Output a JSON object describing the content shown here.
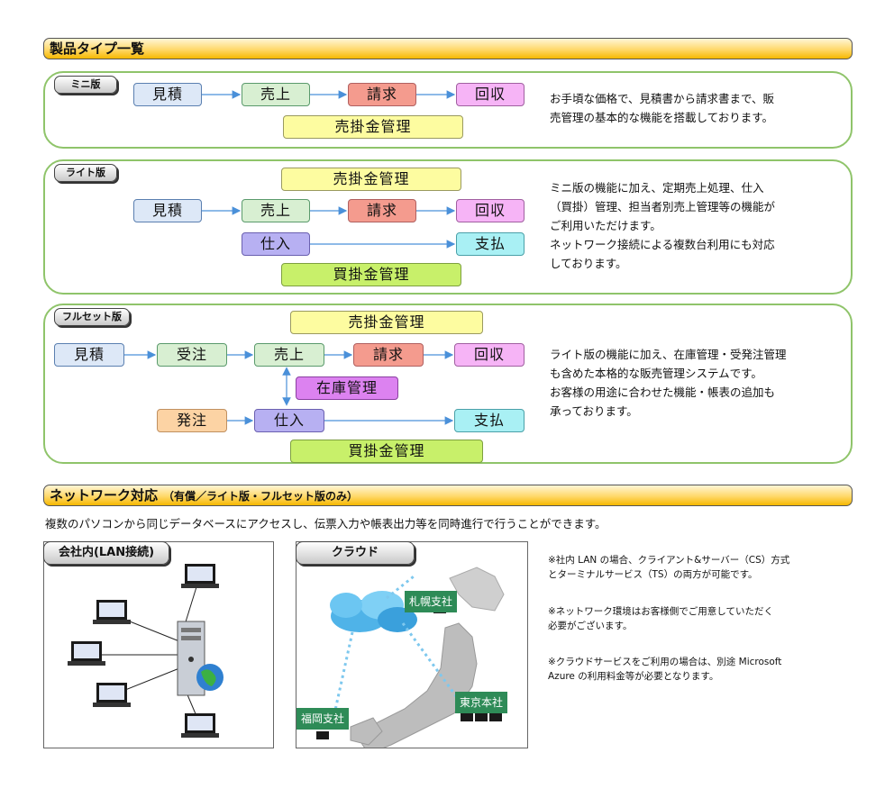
{
  "product_section": {
    "title": "製品タイプ一覧",
    "mini": {
      "tab": "ミニ版",
      "flow": [
        "見積",
        "売上",
        "請求",
        "回収"
      ],
      "receivable": "売掛金管理",
      "description": [
        "お手頃な価格で、見積書から請求書まで、販",
        "売管理の基本的な機能を搭載しております。"
      ]
    },
    "lite": {
      "tab": "ライト版",
      "receivable": "売掛金管理",
      "flow": [
        "見積",
        "売上",
        "請求",
        "回収"
      ],
      "purchase": "仕入",
      "payment": "支払",
      "payable": "買掛金管理",
      "description": [
        "ミニ版の機能に加え、定期売上処理、仕入",
        "（買掛）管理、担当者別売上管理等の機能が",
        "ご利用いただけます。",
        "ネットワーク接続による複数台利用にも対応",
        "しております。"
      ]
    },
    "full": {
      "tab": "フルセット版",
      "receivable": "売掛金管理",
      "flow": [
        "見積",
        "受注",
        "売上",
        "請求",
        "回収"
      ],
      "inventory": "在庫管理",
      "order": "発注",
      "purchase": "仕入",
      "payment": "支払",
      "payable": "買掛金管理",
      "description": [
        "ライト版の機能に加え、在庫管理・受発注管理",
        "も含めた本格的な販売管理システムです。",
        "お客様の用途に合わせた機能・帳表の追加も",
        "承っております。"
      ]
    }
  },
  "network_section": {
    "title": "ネットワーク対応",
    "subtitle": "（有償／ライト版・フルセット版のみ）",
    "intro": "複数のパソコンから同じデータベースにアクセスし、伝票入力や帳表出力等を同時進行で行うことができます。",
    "lan_label": "会社内(LAN接続)",
    "cloud_label": "クラウド",
    "offices": [
      "札幌支社",
      "東京本社",
      "福岡支社"
    ],
    "notes": [
      [
        "※社内 LAN の場合、クライアント&サーバー（CS）方式",
        "とターミナルサービス（TS）の両方が可能です。"
      ],
      [
        "※ネットワーク環境はお客様側でご用意していただく",
        "必要がございます。"
      ],
      [
        "※クラウドサービスをご利用の場合は、別途 Microsoft",
        "Azure の利用料金等が必要となります。"
      ]
    ]
  }
}
